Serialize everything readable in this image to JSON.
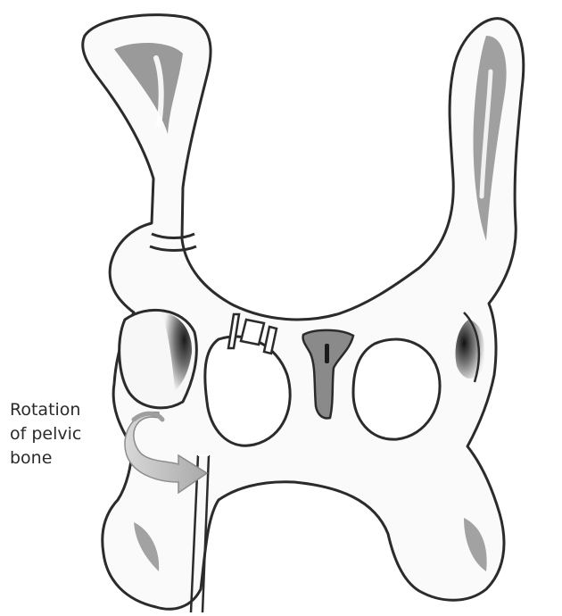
{
  "annotation": {
    "lines": [
      "Rotation",
      "of pelvic",
      "bone"
    ]
  },
  "colors": {
    "outline": "#2b2b2b",
    "bone_fill": "#fafafa",
    "shadow": "#9a9a9a",
    "dark_shadow": "#3a3a3a",
    "vertebra": "#8a8a8a",
    "arrow": "#b8b8b8",
    "arrow_edge": "#8c8c8c"
  }
}
